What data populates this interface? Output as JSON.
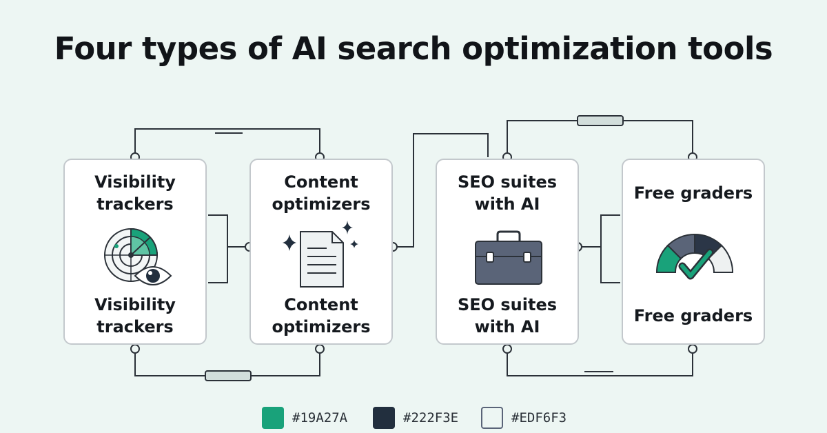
{
  "title": "Four types of AI search optimization tools",
  "cards": [
    {
      "label_top": "Visibility trackers",
      "label_bottom": "Visibility trackers",
      "icon": "radar-eye-icon"
    },
    {
      "label_top": "Content optimizers",
      "label_bottom": "Content optimizers",
      "icon": "document-sparkle-icon"
    },
    {
      "label_top": "SEO suites with AI",
      "label_bottom": "SEO suites with AI",
      "icon": "briefcase-icon"
    },
    {
      "label_top": "Free graders",
      "label_bottom": "Free graders",
      "icon": "gauge-check-icon"
    }
  ],
  "legend": [
    {
      "label": "#19A27A",
      "color": "#19A27A"
    },
    {
      "label": "#222F3E",
      "color": "#222F3E"
    },
    {
      "label": "#EDF6F3",
      "color": "#EDF6F3"
    }
  ],
  "colors": {
    "accent": "#19A27A",
    "dark": "#222F3E",
    "background": "#EDF6F3",
    "slate": "#5a6478",
    "connector": "#2b3138"
  }
}
